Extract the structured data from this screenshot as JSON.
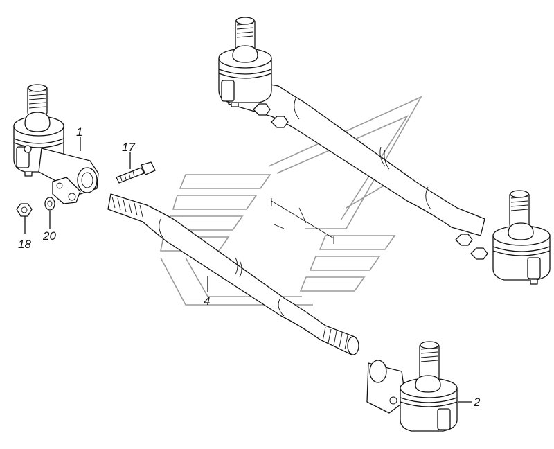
{
  "callouts": [
    {
      "id": "1",
      "text": "1"
    },
    {
      "id": "2",
      "text": "2"
    },
    {
      "id": "4",
      "text": "4"
    },
    {
      "id": "17",
      "text": "17"
    },
    {
      "id": "18",
      "text": "18"
    },
    {
      "id": "20",
      "text": "20"
    }
  ],
  "colors": {
    "line": "#111111",
    "watermark": "#9a9a9a",
    "background": "#ffffff"
  }
}
